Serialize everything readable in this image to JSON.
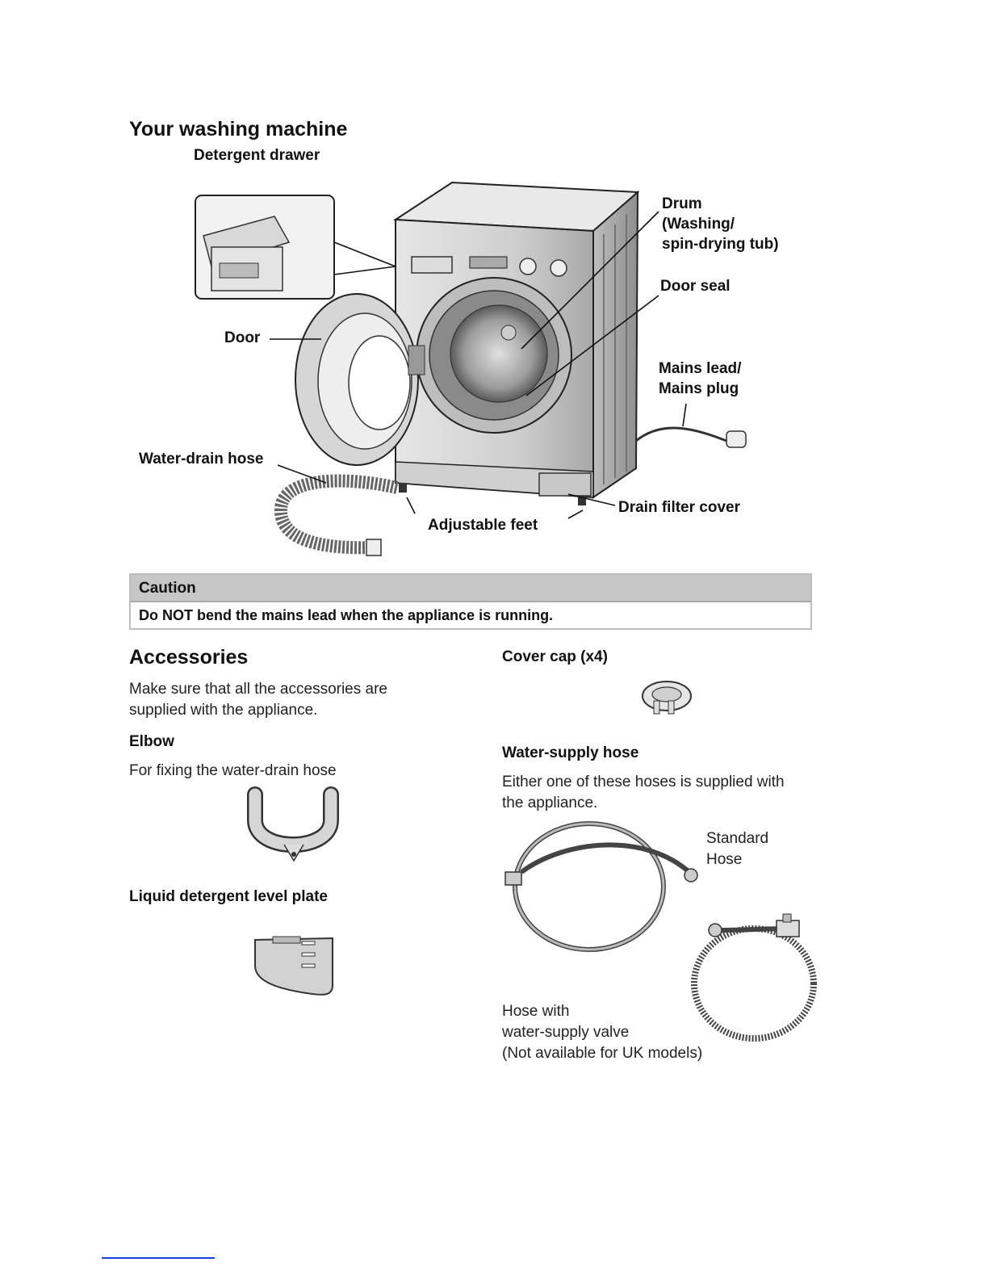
{
  "section_title": "Your washing machine",
  "labels": {
    "detergent_drawer": "Detergent drawer",
    "drum": [
      "Drum",
      "(Washing/",
      "spin-drying tub)"
    ],
    "door_seal": "Door seal",
    "door": "Door",
    "mains": [
      "Mains lead/",
      "Mains plug"
    ],
    "water_drain_hose": "Water-drain hose",
    "adjustable_feet": "Adjustable feet",
    "drain_filter_cover": "Drain filter cover"
  },
  "caution": {
    "header": "Caution",
    "text": "Do NOT bend the mains lead when the appliance is running."
  },
  "accessories": {
    "title": "Accessories",
    "intro": [
      "Make sure that all the accessories are",
      "supplied with the appliance."
    ],
    "elbow_title": "Elbow",
    "elbow_desc": "For fixing the water-drain hose",
    "level_plate_title": "Liquid detergent level plate",
    "cover_cap_title": "Cover cap (x4)",
    "water_supply_title": "Water-supply hose",
    "water_supply_desc": [
      "Either one of these hoses is supplied with",
      "the appliance."
    ],
    "standard_hose": [
      "Standard",
      "Hose"
    ],
    "valve_hose": [
      "Hose with",
      "water-supply valve",
      "(Not available for UK models)"
    ]
  }
}
